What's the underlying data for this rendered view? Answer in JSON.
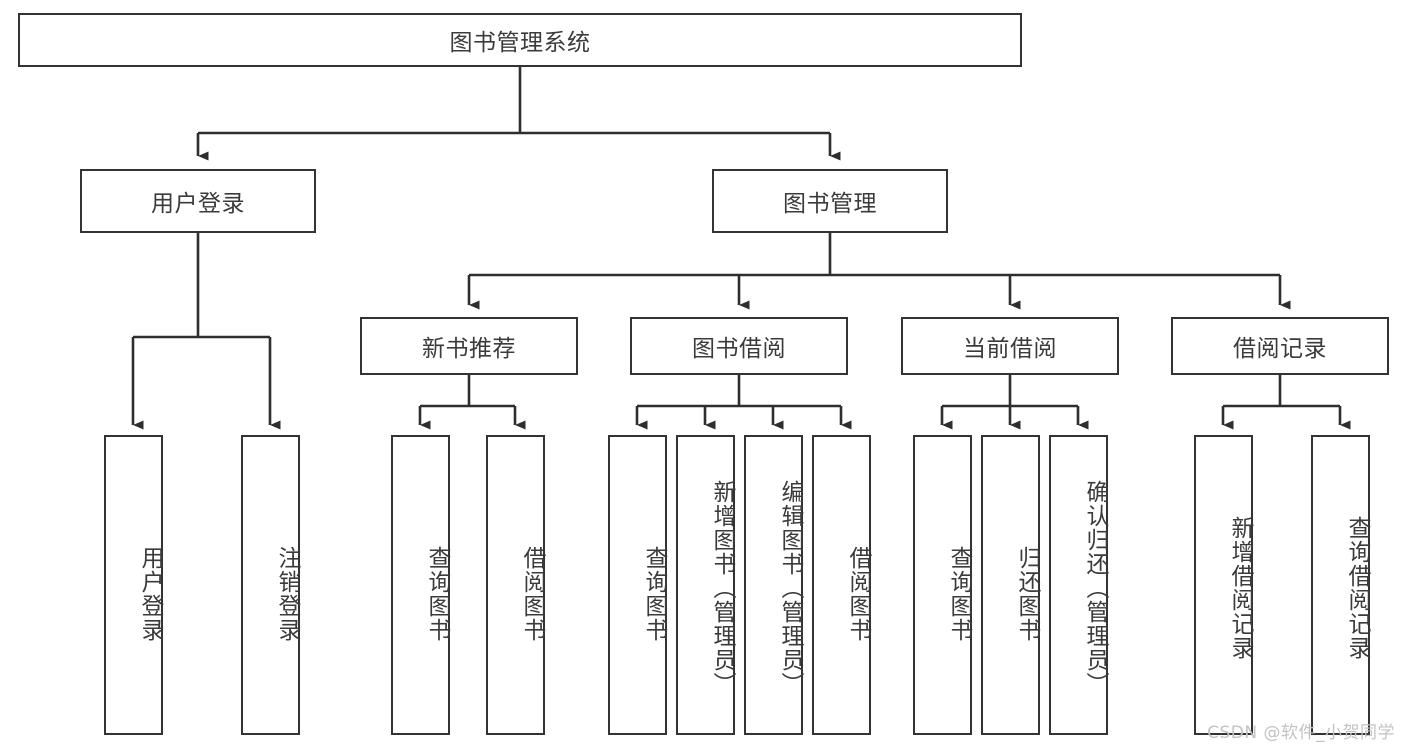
{
  "diagram": {
    "title": "图书管理系统",
    "type": "hierarchy-tree",
    "root": {
      "label": "图书管理系统",
      "children": [
        {
          "label": "用户登录",
          "children": [
            {
              "label": "用户登录"
            },
            {
              "label": "注销登录"
            }
          ]
        },
        {
          "label": "图书管理",
          "children": [
            {
              "label": "新书推荐",
              "children": [
                {
                  "label": "查询图书"
                },
                {
                  "label": "借阅图书"
                }
              ]
            },
            {
              "label": "图书借阅",
              "children": [
                {
                  "label": "查询图书"
                },
                {
                  "label": "新增图书（管理员）"
                },
                {
                  "label": "编辑图书（管理员）"
                },
                {
                  "label": "借阅图书"
                }
              ]
            },
            {
              "label": "当前借阅",
              "children": [
                {
                  "label": "查询图书"
                },
                {
                  "label": "归还图书"
                },
                {
                  "label": "确认归还（管理员）"
                }
              ]
            },
            {
              "label": "借阅记录",
              "children": [
                {
                  "label": "新增借阅记录"
                },
                {
                  "label": "查询借阅记录"
                }
              ]
            }
          ]
        }
      ]
    }
  },
  "nodes": {
    "root": "图书管理系统",
    "user_login": "用户登录",
    "book_manage": "图书管理",
    "new_book_rec": "新书推荐",
    "book_borrow": "图书借阅",
    "current_borrow": "当前借阅",
    "borrow_record": "借阅记录",
    "leaf_user_login": "用户登录",
    "leaf_logout": "注销登录",
    "leaf_query_book_1": "查询图书",
    "leaf_borrow_book_1": "借阅图书",
    "leaf_query_book_2": "查询图书",
    "leaf_add_book_admin": "新增图书（管理员）",
    "leaf_edit_book_admin": "编辑图书（管理员）",
    "leaf_borrow_book_2": "借阅图书",
    "leaf_query_book_3": "查询图书",
    "leaf_return_book": "归还图书",
    "leaf_confirm_return_admin": "确认归还（管理员）",
    "leaf_add_record": "新增借阅记录",
    "leaf_query_record": "查询借阅记录"
  },
  "watermark": "CSDN @软件_小贺同学",
  "colors": {
    "border": "#333333",
    "text": "#3b3b3b",
    "background": "#ffffff",
    "watermark": "#c3c3c3"
  }
}
